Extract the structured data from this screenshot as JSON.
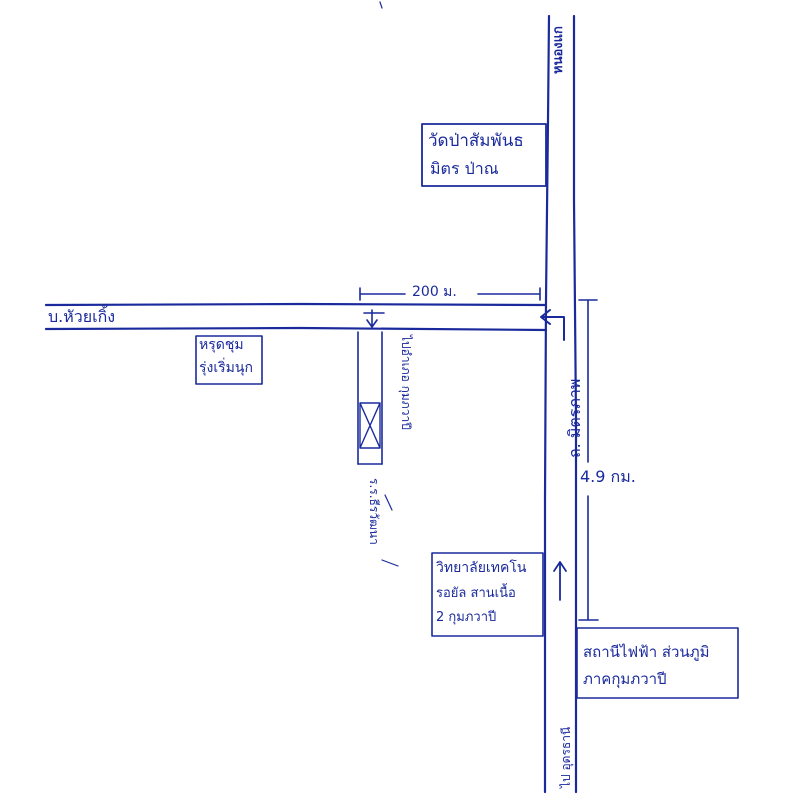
{
  "ink_color": "#1a2a9c",
  "roads": {
    "main_road_north_label": "หนองแก",
    "main_road_name": "ถ. มิตรภาพ",
    "main_road_south_label": "ไป อุดรธานี",
    "side_road_label": "บ.หัวยเกิ้ง",
    "north_side_road_label": "ไปอำเภอ กุมภวาปี"
  },
  "landmarks": {
    "temple": [
      "วัดป่าสัมพันธ",
      "มิตร ป่าณ"
    ],
    "hospital": [
      "หรุดชุม",
      "รุ่งเริ่มนุก"
    ],
    "college": [
      "วิทยาลัยเทคโน",
      "รอยัล สานเนื้อ",
      "2 กุมภวาปี"
    ],
    "power_station": [
      "สถานีไฟฟ้า ส่วนภูมิ",
      "ภาคกุมภวาปี"
    ],
    "school_sign": "ร.ร.ธีรวัฒนา"
  },
  "distances": {
    "side_road_distance": "200 ม.",
    "main_road_distance": "4.9 กม."
  }
}
